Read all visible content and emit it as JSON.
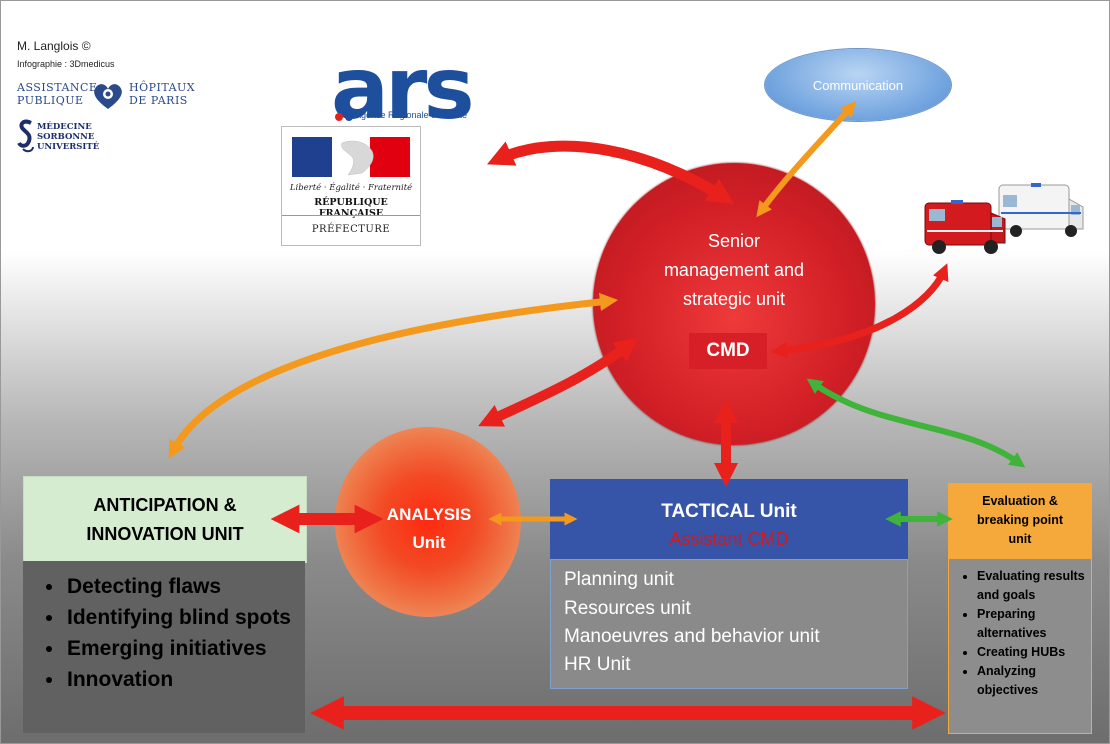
{
  "credits": {
    "author": "M. Langlois ©",
    "infographic": "Infographie : 3Dmedicus"
  },
  "logos": {
    "aphp_left": [
      "ASSISTANCE",
      "PUBLIQUE"
    ],
    "aphp_right": [
      "HÔPITAUX",
      "DE PARIS"
    ],
    "sorbonne": [
      "MÉDECINE",
      "SORBONNE",
      "UNIVERSITÉ"
    ],
    "ars_word": "ars",
    "ars_subtitle": "Agence Régionale de Santé",
    "prefecture_motto": "Liberté · Égalité · Fraternité",
    "prefecture_republic": "RÉPUBLIQUE FRANÇAISE",
    "prefecture_name": "PRÉFECTURE"
  },
  "nodes": {
    "communication": "Communication",
    "senior_lines": [
      "Senior",
      "management and",
      "strategic unit"
    ],
    "cmd": "CMD",
    "analysis_lines": [
      "ANALYSIS",
      "Unit"
    ],
    "anticipation_lines": [
      "ANTICIPATION &",
      "INNOVATION UNIT"
    ],
    "anticipation_items": [
      "Detecting flaws",
      "Identifying blind spots",
      "Emerging initiatives",
      "Innovation"
    ],
    "tactical_title": "TACTICAL Unit",
    "tactical_subtitle": "Assistant CMD",
    "tactical_items": [
      "Planning unit",
      "Resources unit",
      "Manoeuvres and behavior unit",
      "HR Unit"
    ],
    "evaluation_lines": [
      "Evaluation &",
      "breaking point",
      "unit"
    ],
    "evaluation_items": [
      "Evaluating results and goals",
      "Preparing alternatives",
      "Creating HUBs",
      "Analyzing objectives"
    ]
  },
  "colors": {
    "red_arrow": "#e8211c",
    "orange_arrow": "#f39a1e",
    "green_arrow": "#3fb33a",
    "cmd_red": "#d11f26",
    "tactical_blue": "#3655a8",
    "anticipation_green": "#d6ecd0",
    "evaluation_orange": "#f6a93b"
  }
}
